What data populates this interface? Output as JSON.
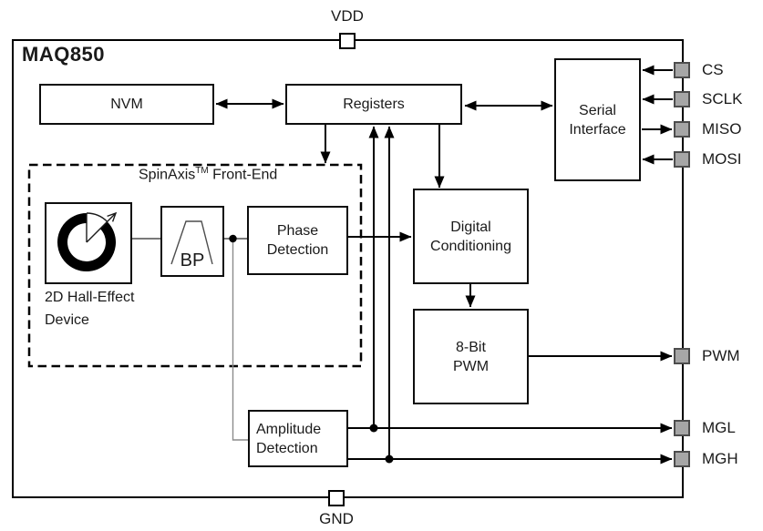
{
  "chip": {
    "name": "MAQ850"
  },
  "frontend": {
    "name": "SpinAxis",
    "trademark": "TM",
    "suffix": " Front-End"
  },
  "blocks": {
    "nvm": {
      "label": "NVM"
    },
    "registers": {
      "label": "Registers"
    },
    "serial": {
      "label": "Serial\nInterface"
    },
    "digital": {
      "label": "Digital\nConditioning"
    },
    "pwm8": {
      "label": "8-Bit\nPWM"
    },
    "phase": {
      "label": "Phase\nDetection"
    },
    "amplitude": {
      "label": "Amplitude\nDetection"
    },
    "bp": {
      "label": "BP"
    },
    "hall": {
      "label": "2D Hall-Effect\nDevice"
    }
  },
  "pins": {
    "vdd": {
      "label": "VDD"
    },
    "gnd": {
      "label": "GND"
    },
    "right": [
      {
        "label": "CS",
        "direction": "in"
      },
      {
        "label": "SCLK",
        "direction": "in"
      },
      {
        "label": "MISO",
        "direction": "out"
      },
      {
        "label": "MOSI",
        "direction": "in"
      },
      {
        "label": "PWM",
        "direction": "out"
      },
      {
        "label": "MGL",
        "direction": "out"
      },
      {
        "label": "MGH",
        "direction": "out"
      }
    ]
  },
  "icons": {
    "hall": "rotating-angle-sensor-icon",
    "bp": "band-pass-filter-icon"
  },
  "colors": {
    "wire": "#000000",
    "thin_wire": "#4d4d4d",
    "gray_wire": "#8c8c8c",
    "pin_fill": "#a6a6a6",
    "pin_border": "#4d4d4d"
  }
}
